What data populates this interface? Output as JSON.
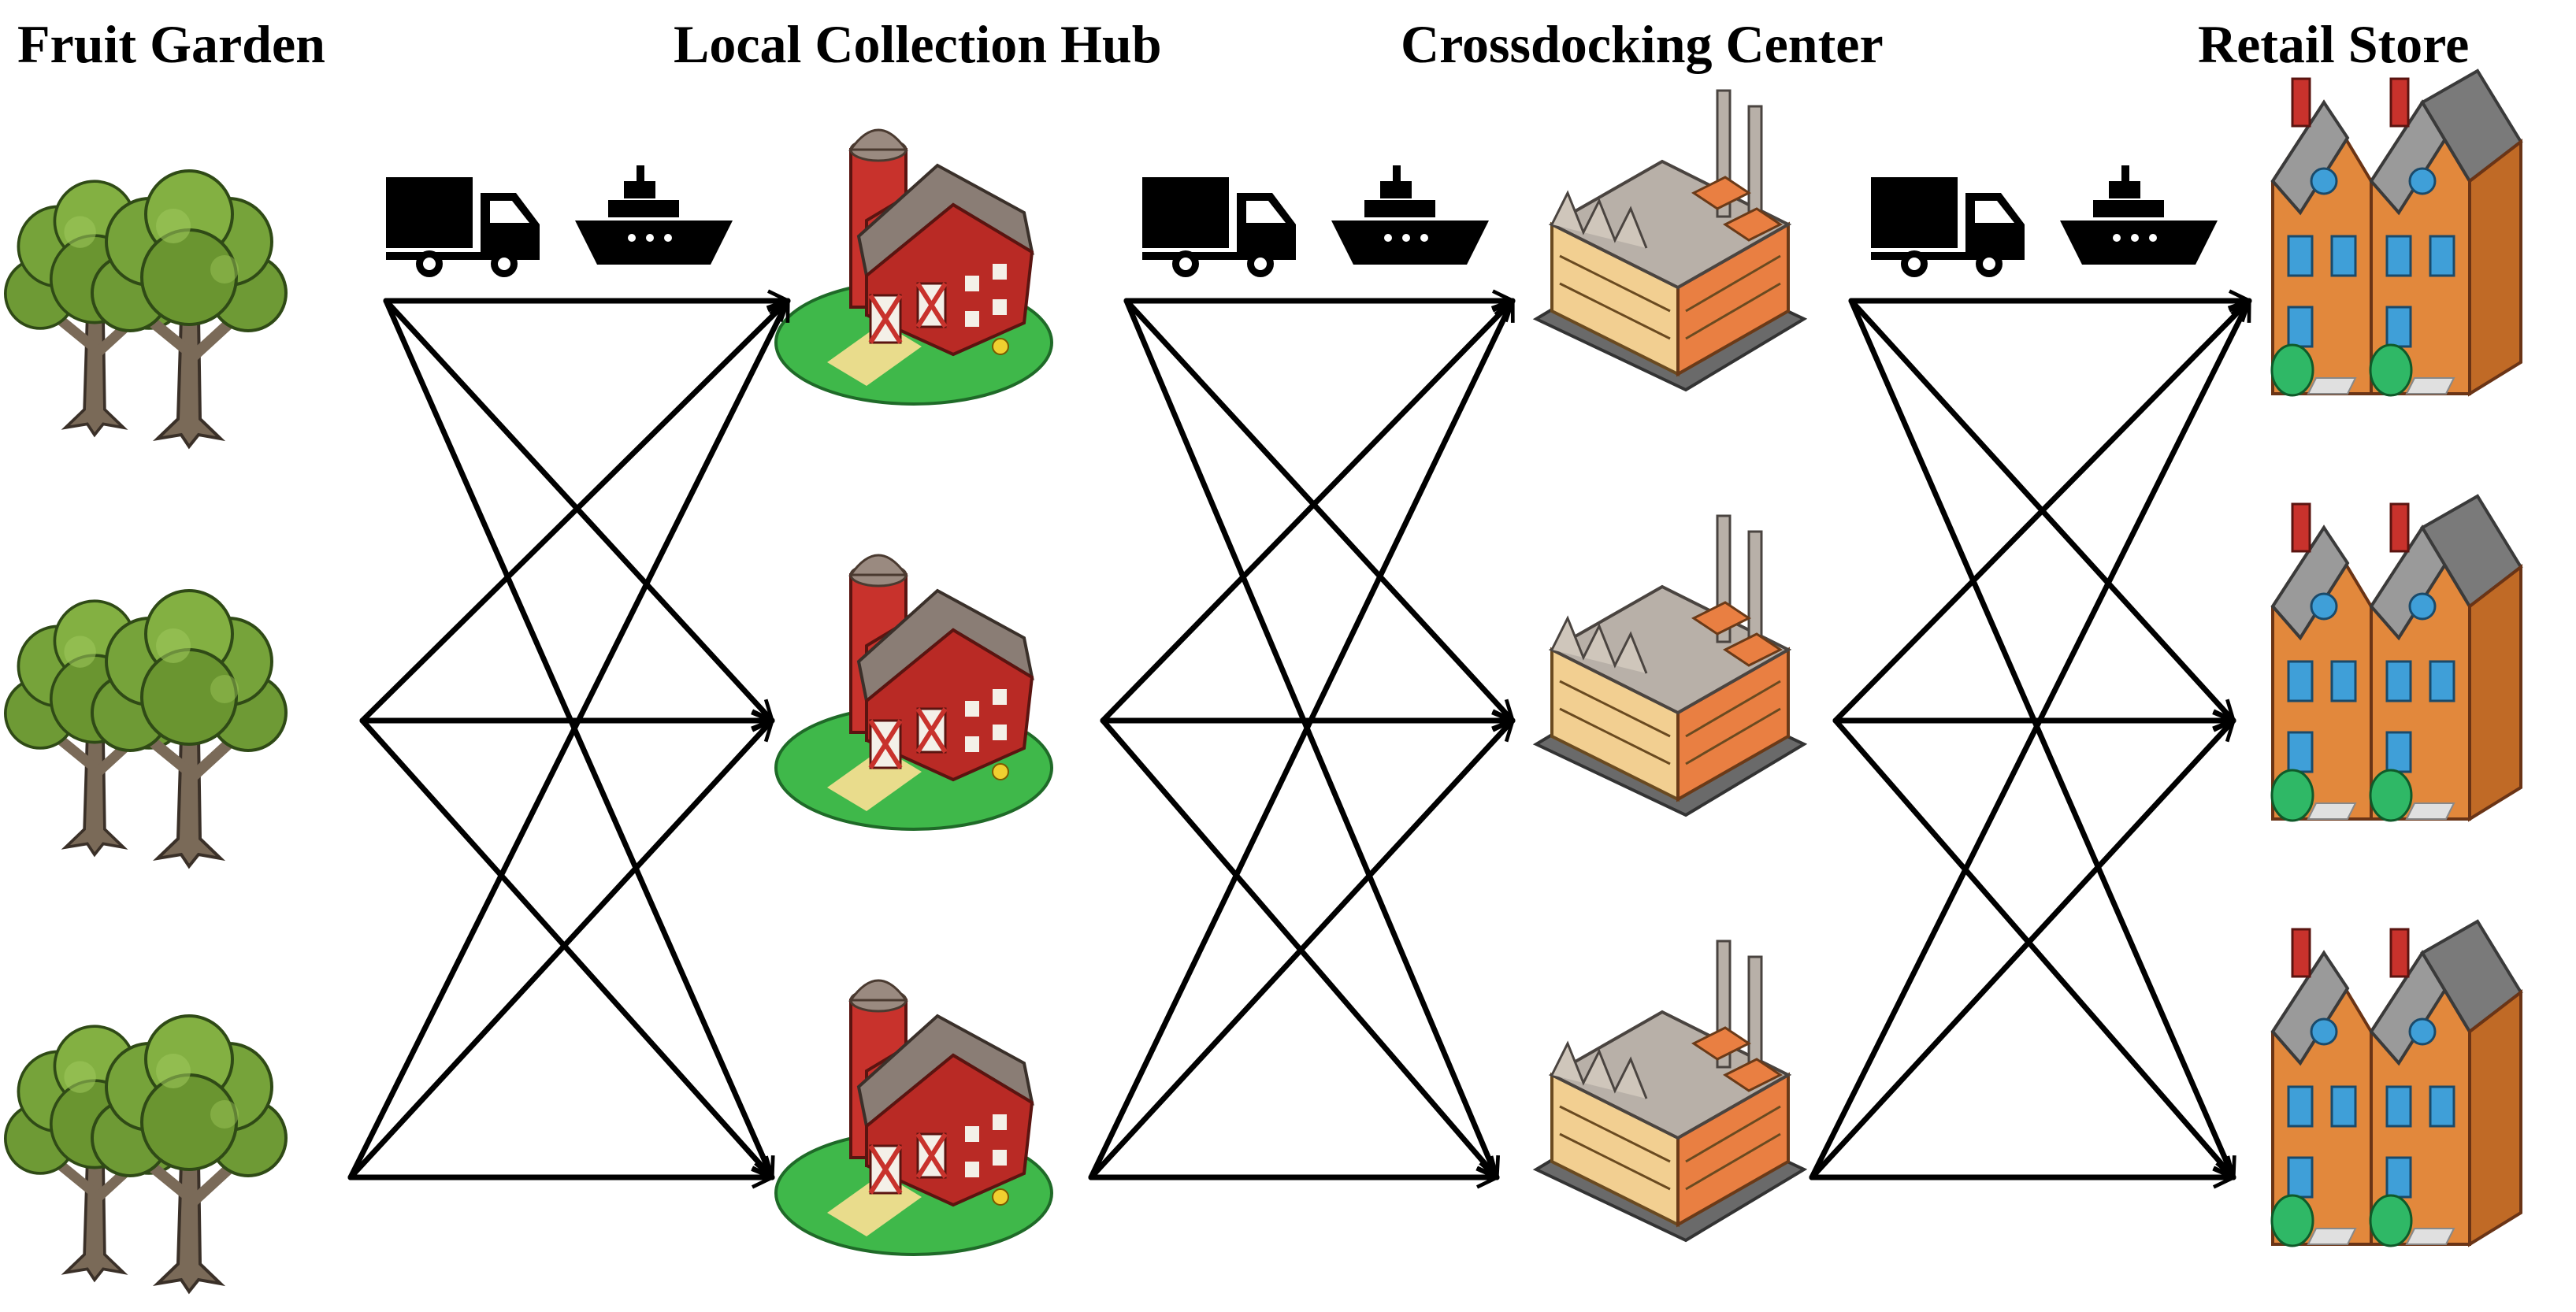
{
  "stages": [
    {
      "id": "garden",
      "title": "Fruit Garden",
      "icon": "fruit-tree-icon"
    },
    {
      "id": "hub",
      "title": "Local Collection Hub",
      "icon": "barn-silo-icon"
    },
    {
      "id": "crossdock",
      "title": "Crossdocking Center",
      "icon": "factory-icon"
    },
    {
      "id": "retail",
      "title": "Retail Store",
      "icon": "townhouse-icon"
    }
  ],
  "nodes_per_stage": 3,
  "transport_modes": [
    {
      "id": "truck",
      "icon": "truck-icon"
    },
    {
      "id": "ship",
      "icon": "ship-icon"
    }
  ],
  "connections": "every node in a stage links to every node in the next stage",
  "colors": {
    "tree_leaf": "#6e9a35",
    "barn_red": "#c8322c",
    "roof_gray": "#8a7d75",
    "factory_orange": "#e97f42",
    "factory_tan": "#f2cf91",
    "store_orange": "#e2883c",
    "lawn_green": "#3fb84a",
    "arrow": "#000000"
  }
}
